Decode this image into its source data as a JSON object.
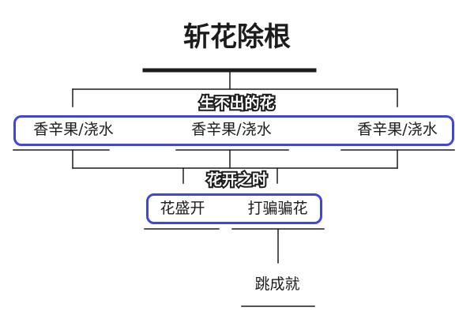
{
  "title": "斩花除根",
  "stage1": {
    "tag": "生不出的花",
    "items": [
      "香辛果/浇水",
      "香辛果/浇水",
      "香辛果/浇水"
    ]
  },
  "stage2": {
    "tag": "花开之时",
    "items": [
      "花盛开",
      "打骗骗花"
    ]
  },
  "result": "跳成就",
  "colors": {
    "frame": "#3f46dc",
    "line": "#1c1c1c",
    "text": "#1c1c1c",
    "background": "#ffffff"
  }
}
